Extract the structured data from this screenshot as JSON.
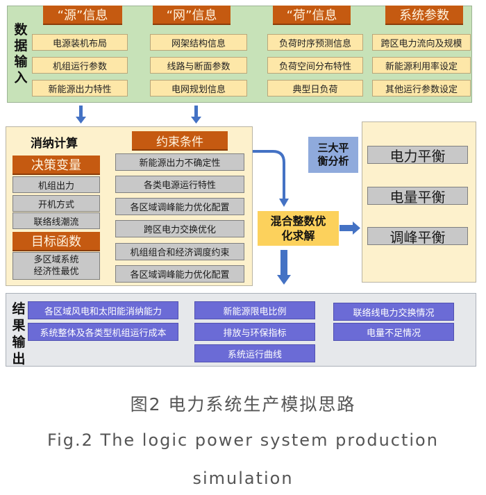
{
  "input_section": {
    "label": "数据输入",
    "columns": [
      {
        "header": "“源”信息",
        "items": [
          "电源装机布局",
          "机组运行参数",
          "新能源出力特性"
        ]
      },
      {
        "header": "“网”信息",
        "items": [
          "网架结构信息",
          "线路与断面参数",
          "电网规划信息"
        ]
      },
      {
        "header": "“荷”信息",
        "items": [
          "负荷时序预测信息",
          "负荷空间分布特性",
          "典型日负荷"
        ]
      },
      {
        "header": "系统参数",
        "items": [
          "跨区电力流向及规模",
          "新能源利用率设定",
          "其他运行参数设定"
        ]
      }
    ]
  },
  "calc_section": {
    "title": "消纳计算",
    "decision_vars": {
      "header": "决策变量",
      "items": [
        "机组出力",
        "开机方式",
        "联络线潮流"
      ]
    },
    "objective": {
      "header": "目标函数",
      "items": [
        "多区域系统经济性最优"
      ],
      "line1": "多区域系统",
      "line2": "经济性最优"
    },
    "constraints": {
      "header": "约束条件",
      "items": [
        "新能源出力不确定性",
        "各类电源运行特性",
        "各区域调峰能力优化配置",
        "跨区电力交换优化",
        "机组组合和经济调度约束",
        "各区域调峰能力优化配置"
      ]
    }
  },
  "solver": {
    "label": "混合整数优化求解",
    "line1": "混合整数优",
    "line2": "化求解"
  },
  "balance_section": {
    "title": "三大平衡分析",
    "title_line1": "三大平",
    "title_line2": "衡分析",
    "items": [
      "电力平衡",
      "电量平衡",
      "调峰平衡"
    ]
  },
  "output_section": {
    "label": "结果输出",
    "col1": [
      "各区域风电和太阳能消纳能力",
      "系统整体及各类型机组运行成本"
    ],
    "col2": [
      "新能源限电比例",
      "排放与环保指标",
      "系统运行曲线"
    ],
    "col3": [
      "联络线电力交换情况",
      "电量不足情况"
    ]
  },
  "caption": {
    "cn": "图2  电力系统生产模拟思路",
    "en_line1": "Fig.2  The logic power system production",
    "en_line2": "simulation"
  },
  "colors": {
    "input_bg": "#c7e2b8",
    "header_orange": "#c55a11",
    "cell_yellow": "#fde7a8",
    "cream_bg": "#fdf1cc",
    "cell_gray": "#c8c8c8",
    "solver_yellow": "#fcd15c",
    "balance_title_blue": "#8faadc",
    "output_purple": "#6b6bd6",
    "arrow_blue": "#4472c4"
  }
}
